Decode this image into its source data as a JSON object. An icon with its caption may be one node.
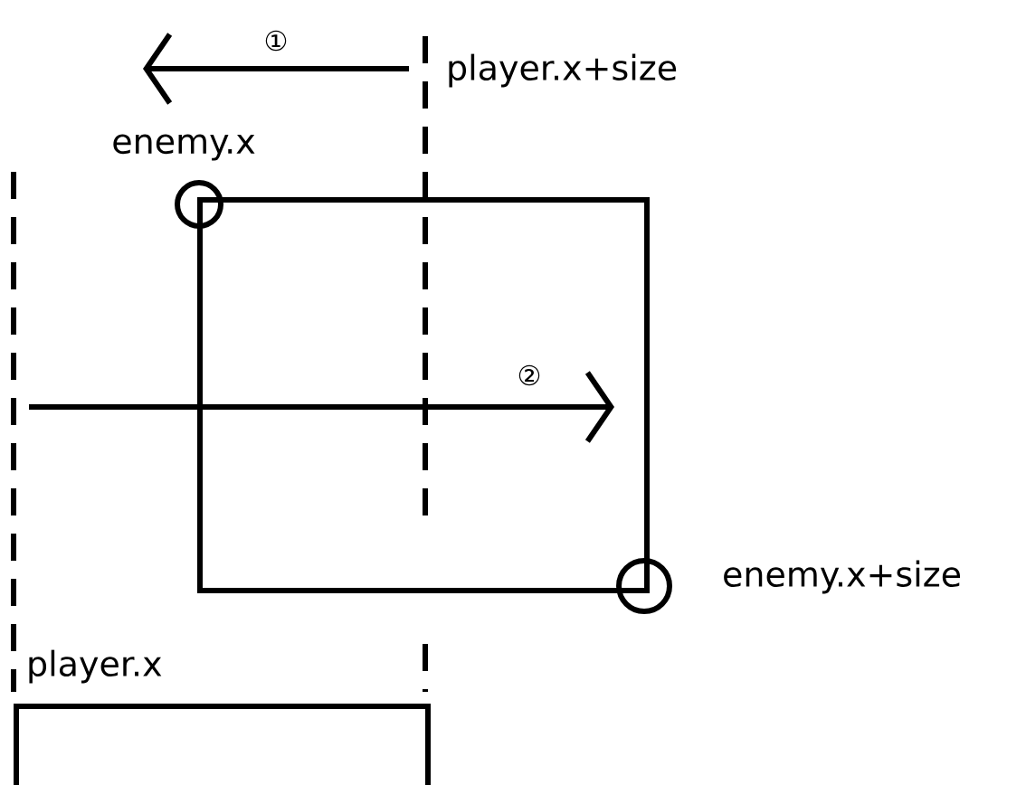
{
  "diagram": {
    "nodes": [
      {
        "text": [],
        "shape": "box"
      },
      {
        "text": [],
        "shape": "box"
      }
    ],
    "labels": [
      "①",
      "player.x+size",
      "enemy.x",
      "②",
      "enemy.x+size",
      "player.x"
    ]
  }
}
